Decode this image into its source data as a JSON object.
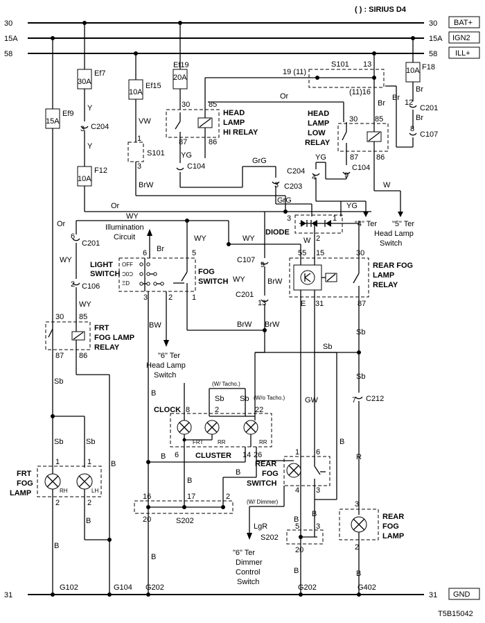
{
  "header": {
    "note": "( ) : SIRIUS D4",
    "code": "T5B15042"
  },
  "rails": [
    {
      "left": "30",
      "right": "30",
      "tag": "BAT+"
    },
    {
      "left": "15A",
      "right": "15A",
      "tag": "IGN2"
    },
    {
      "left": "58",
      "right": "58",
      "tag": "ILL+"
    },
    {
      "left": "31",
      "right": "31",
      "tag": "GND"
    }
  ],
  "fuses": {
    "ef9": {
      "name": "Ef9",
      "rating": "15A"
    },
    "ef7": {
      "name": "Ef7",
      "rating": "30A"
    },
    "ef15": {
      "name": "Ef15",
      "rating": "10A"
    },
    "ef19": {
      "name": "Ef19",
      "rating": "20A"
    },
    "f12": {
      "name": "F12",
      "rating": "10A"
    },
    "f18": {
      "name": "F18",
      "rating": "10A"
    }
  },
  "relays": {
    "hi": {
      "l1": "HEAD",
      "l2": "LAMP",
      "l3": "HI RELAY",
      "p30": "30",
      "p85": "85",
      "p87": "87",
      "p86": "86"
    },
    "low": {
      "l1": "HEAD",
      "l2": "LAMP",
      "l3": "LOW",
      "l4": "RELAY",
      "p30": "30",
      "p85": "85",
      "p87": "87",
      "p86": "86"
    },
    "frt": {
      "l1": "FRT",
      "l2": "FOG LAMP",
      "l3": "RELAY",
      "p30": "30",
      "p85": "85",
      "p87": "87",
      "p86": "86"
    },
    "rear": {
      "l1": "REAR FOG",
      "l2": "LAMP",
      "l3": "RELAY",
      "p55": "55",
      "p15": "15",
      "p30": "30",
      "pE": "E",
      "p31": "31",
      "p87": "87"
    }
  },
  "connectors": {
    "c204": "C204",
    "c201": "C201",
    "c107": "C107",
    "c104": "C104",
    "c203": "C203",
    "c106": "C106",
    "c212": "C212",
    "s101": "S101",
    "s202": "S202"
  },
  "wires": {
    "y": "Y",
    "vw": "VW",
    "yg": "YG",
    "brw": "BrW",
    "or": "Or",
    "br": "Br",
    "grg": "GrG",
    "w": "W",
    "wy": "WY",
    "sb": "Sb",
    "b": "B",
    "gw": "GW",
    "r": "R",
    "lgr": "LgR",
    "bw": "BW"
  },
  "pins": {
    "n1": "1",
    "n2": "2",
    "n3": "3",
    "n4": "4",
    "n5": "5",
    "n6": "6",
    "n7": "7",
    "n8": "8",
    "n9": "9",
    "n12": "12",
    "n13": "13",
    "n14": "14",
    "n16": "16",
    "n17": "17",
    "n20": "20",
    "n22": "22",
    "n26": "26",
    "s101_19": "19 (11)",
    "s101_16": "(11)16"
  },
  "components": {
    "diode": "DIODE",
    "light_switch": {
      "l1": "LIGHT",
      "l2": "SWITCH",
      "off": "OFF",
      "p1": "Ɔ0Ɔ",
      "p2": "ΞD"
    },
    "fog_switch": {
      "l1": "FOG",
      "l2": "SWITCH"
    },
    "illumination": {
      "l1": "Illumination",
      "l2": "Circuit"
    },
    "clock": "CLOCK",
    "cluster": {
      "name": "CLUSTER",
      "frt": "FRT",
      "rr": "RR"
    },
    "w_tacho": "(W/ Tacho.)",
    "wo_tacho": "(W/o Tacho.)",
    "w_dimmer": "(W/ Dimmer)",
    "rear_fog_switch": {
      "l1": "REAR",
      "l2": "FOG",
      "l3": "SWITCH"
    },
    "frt_fog_lamp": {
      "l1": "FRT",
      "l2": "FOG",
      "l3": "LAMP",
      "rh": "RH",
      "lh": "LH"
    },
    "rear_fog_lamp": {
      "l1": "REAR",
      "l2": "FOG",
      "l3": "LAMP"
    }
  },
  "refs": {
    "ter4": "\"4\" Ter",
    "ter5": "\"5\" Ter",
    "hls": "Head Lamp",
    "hls2": "Switch",
    "ter6": "\"6\" Ter",
    "hls3": "Head Lamp",
    "hls4": "Switch",
    "ter6b": "\"6\" Ter",
    "dim1": "Dimmer",
    "dim2": "Control",
    "dim3": "Switch"
  },
  "grounds": {
    "g102": "G102",
    "g104": "G104",
    "g202a": "G202",
    "g202b": "G202",
    "g402": "G402"
  }
}
